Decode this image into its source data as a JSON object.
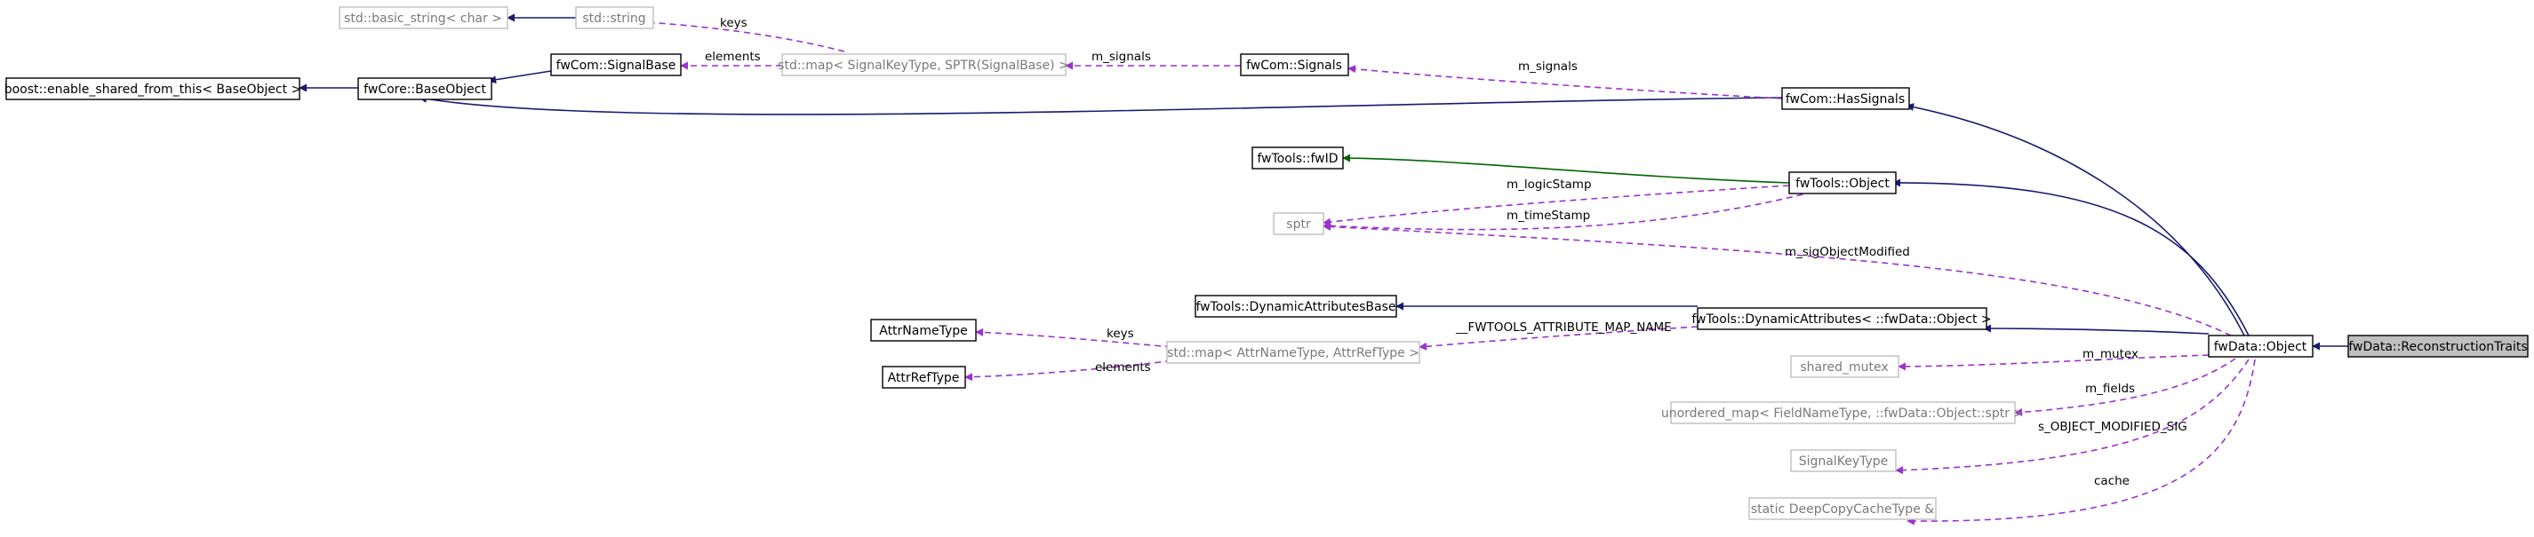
{
  "nodes": {
    "enable_shared": "boost::enable_shared_from_this< BaseObject >",
    "base_object": "fwCore::BaseObject",
    "basic_string": "std::basic_string< char >",
    "std_string": "std::string",
    "signal_base": "fwCom::SignalBase",
    "signal_map": "std::map< SignalKeyType, SPTR(SignalBase) >",
    "signals": "fwCom::Signals",
    "has_signals": "fwCom::HasSignals",
    "fwid": "fwTools::fwID",
    "tools_object": "fwTools::Object",
    "sptr": "sptr",
    "dyn_attr_base": "fwTools::DynamicAttributesBase",
    "dyn_attr": "fwTools::DynamicAttributes< ::fwData::Object >",
    "attr_name_type": "AttrNameType",
    "attr_ref_type": "AttrRefType",
    "attr_map": "std::map< AttrNameType, AttrRefType >",
    "data_object": "fwData::Object",
    "recon_traits": "fwData::ReconstructionTraits",
    "shared_mutex": "shared_mutex",
    "unordered_map": "unordered_map< FieldNameType, ::fwData::Object::sptr >",
    "signal_key_type": "SignalKeyType",
    "deep_copy_cache": "static DeepCopyCacheType &"
  },
  "edge_labels": {
    "keys_top": "keys",
    "elements_top": "elements",
    "m_signals_1": "m_signals",
    "m_signals_2": "m_signals",
    "m_logicStamp": "m_logicStamp",
    "m_timeStamp": "m_timeStamp",
    "m_sigObjectModified": "m_sigObjectModified",
    "keys_bottom": "keys",
    "attribute_map_name": "__FWTOOLS_ATTRIBUTE_MAP_NAME",
    "elements_bottom": "elements",
    "m_mutex": "m_mutex",
    "m_fields": "m_fields",
    "s_object_modified_sig": "s_OBJECT_MODIFIED_SIG",
    "cache": "cache"
  },
  "colors": {
    "inheritance_edge": "#191970",
    "fwid_edge": "#006400",
    "usage_edge": "#9a32cd",
    "focus_fill": "#bfbfbf",
    "undocumented_border": "#bfbfbf"
  }
}
